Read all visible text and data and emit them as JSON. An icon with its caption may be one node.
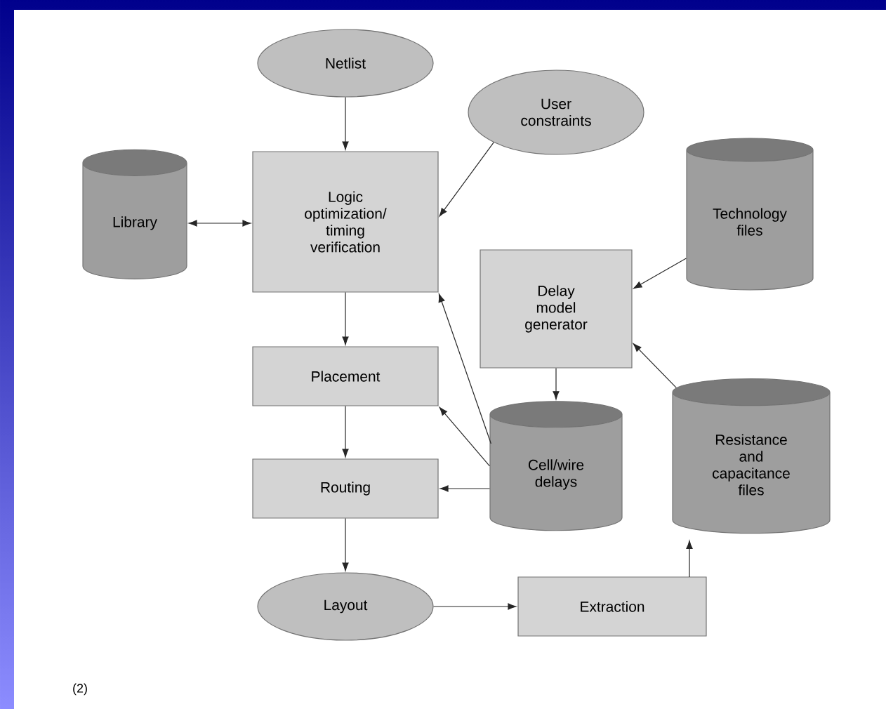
{
  "diagram": {
    "nodes": [
      {
        "text": [
          "Netlist"
        ]
      },
      {
        "text": [
          "User constraints"
        ]
      },
      {
        "text": [
          "Library"
        ]
      },
      {
        "text": [
          "Logic optimization/ timing verification"
        ]
      },
      {
        "text": [
          "Technology files"
        ]
      },
      {
        "text": [
          "Delay model generator"
        ]
      },
      {
        "text": [
          "Placement"
        ]
      },
      {
        "text": [
          "Cell/wire delays"
        ]
      },
      {
        "text": [
          "Resistance and capacitance files"
        ]
      },
      {
        "text": [
          "Routing"
        ]
      },
      {
        "text": [
          "Layout"
        ]
      },
      {
        "text": [
          "Extraction"
        ]
      }
    ],
    "edges": [
      {
        "from": 0,
        "to": 3,
        "arrow": "to"
      },
      {
        "from": 1,
        "to": 3,
        "arrow": "to"
      },
      {
        "from": 2,
        "to": 3,
        "arrow": "both"
      },
      {
        "from": 4,
        "to": 5,
        "arrow": "to"
      },
      {
        "from": 8,
        "to": 5,
        "arrow": "to"
      },
      {
        "from": 5,
        "to": 7,
        "arrow": "to"
      },
      {
        "from": 7,
        "to": 3,
        "arrow": "to"
      },
      {
        "from": 3,
        "to": 6,
        "arrow": "to"
      },
      {
        "from": 7,
        "to": 6,
        "arrow": "to"
      },
      {
        "from": 6,
        "to": 9,
        "arrow": "to"
      },
      {
        "from": 7,
        "to": 9,
        "arrow": "to"
      },
      {
        "from": 9,
        "to": 10,
        "arrow": "to"
      },
      {
        "from": 10,
        "to": 11,
        "arrow": "to"
      },
      {
        "from": 11,
        "to": 8,
        "arrow": "to"
      }
    ],
    "labels": [
      "(2)"
    ]
  }
}
